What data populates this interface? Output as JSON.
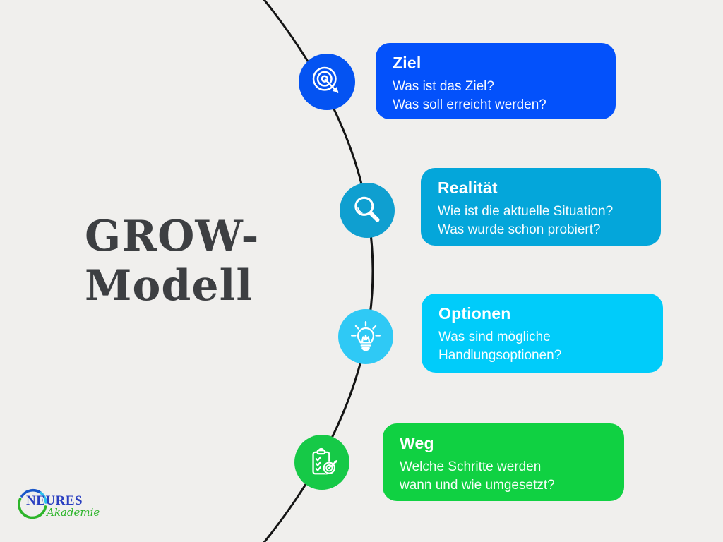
{
  "title": {
    "line1": "GROW-",
    "line2": "Modell"
  },
  "colors": {
    "background": "#f0efed",
    "curve": "#141414",
    "title_text": "#3d3f42"
  },
  "steps": [
    {
      "id": "goal",
      "heading": "Ziel",
      "line1": "Was ist das Ziel?",
      "line2": "Was soll erreicht werden?",
      "card_color": "#0351fb",
      "icon_color": "#0453f2",
      "icon": "target-icon"
    },
    {
      "id": "reality",
      "heading": "Realität",
      "line1": "Wie ist die aktuelle Situation?",
      "line2": "Was wurde schon probiert?",
      "card_color": "#04a6da",
      "icon_color": "#0f9fd0",
      "icon": "magnifier-icon"
    },
    {
      "id": "options",
      "heading": "Optionen",
      "line1": "Was sind mögliche",
      "line2": "Handlungsoptionen?",
      "card_color": "#00ccfa",
      "icon_color": "#2fc9f5",
      "icon": "lightbulb-icon"
    },
    {
      "id": "way",
      "heading": "Weg",
      "line1": "Welche Schritte werden",
      "line2": "wann und wie umgesetzt?",
      "card_color": "#10d142",
      "icon_color": "#16c947",
      "icon": "clipboard-target-icon"
    }
  ],
  "logo": {
    "name": "NEURES",
    "subtitle": "Akademie",
    "name_color": "#2a3fc0",
    "subtitle_color": "#2db52a"
  }
}
